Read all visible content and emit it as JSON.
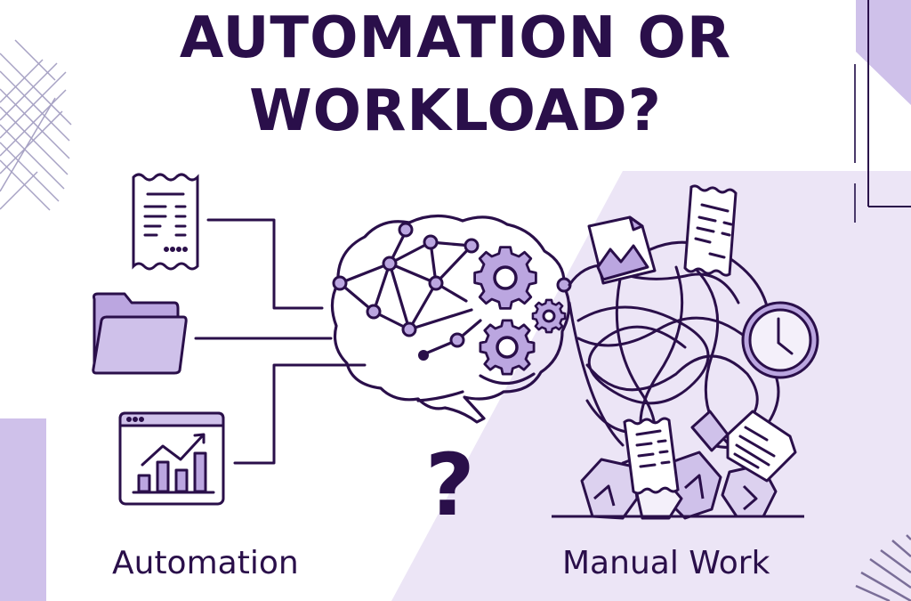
{
  "title": {
    "line1": "AUTOMATION OR",
    "line2": "WORKLOAD?"
  },
  "labels": {
    "left": "Automation",
    "right": "Manual Work",
    "center": "?"
  },
  "icons": {
    "left_inputs": [
      "receipt-icon",
      "folder-icon",
      "chart-window-icon"
    ],
    "center": [
      "brain-network-icon",
      "gear-icon",
      "gear-icon",
      "gear-icon"
    ],
    "right": [
      "tangled-lines",
      "image-document-icon",
      "receipt-icon",
      "clock-icon",
      "document-icon",
      "crumpled-paper-pile"
    ]
  },
  "colors": {
    "ink": "#2a0f4a",
    "accent": "#c9b8e8",
    "accent_light": "#ece5f6",
    "pattern": "#a7a2c4"
  }
}
